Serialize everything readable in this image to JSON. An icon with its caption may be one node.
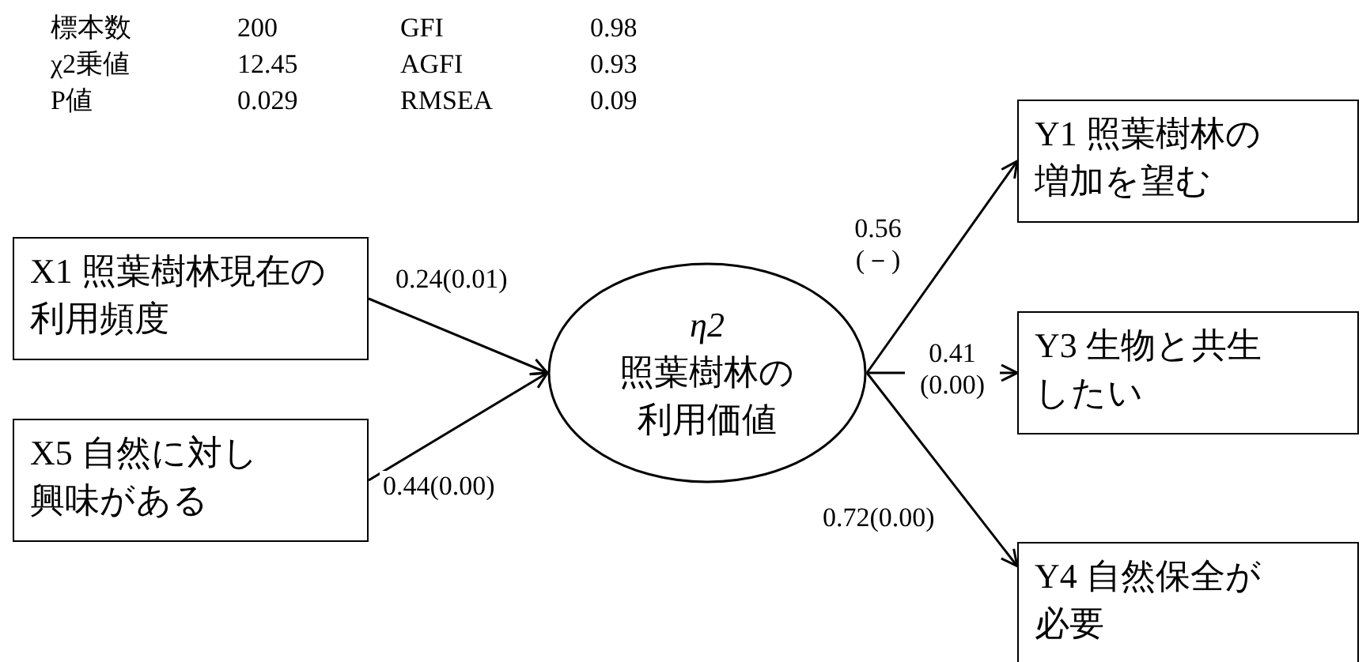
{
  "diagram": {
    "nodes": [
      {
        "text": [
          "X1 照葉樹林現在の利用頻度"
        ]
      },
      {
        "text": [
          "X5 自然に対し興味がある"
        ]
      },
      {
        "text": [
          "η2",
          "照葉樹林の利用価値"
        ]
      },
      {
        "text": [
          "Y1 照葉樹林の増加を望む"
        ]
      },
      {
        "text": [
          "Y3 生物と共生したい"
        ]
      },
      {
        "text": [
          "Y4 自然保全が必要"
        ]
      }
    ],
    "edges": [
      {
        "from": 0,
        "to": 2,
        "arrow": "to",
        "label": "0.24(0.01)"
      },
      {
        "from": 1,
        "to": 2,
        "arrow": "to",
        "label": "0.44(0.00)"
      },
      {
        "from": 2,
        "to": 3,
        "arrow": "to",
        "label": "0.56 (－)"
      },
      {
        "from": 2,
        "to": 4,
        "arrow": "to",
        "label": "0.41 (0.00)"
      },
      {
        "from": 2,
        "to": 5,
        "arrow": "to",
        "label": "0.72(0.00)"
      }
    ],
    "labels": [
      "標本数",
      "200",
      "GFI",
      "0.98",
      "χ2乗値",
      "12.45",
      "AGFI",
      "0.93",
      "P値",
      "0.029",
      "RMSEA",
      "0.09"
    ]
  }
}
